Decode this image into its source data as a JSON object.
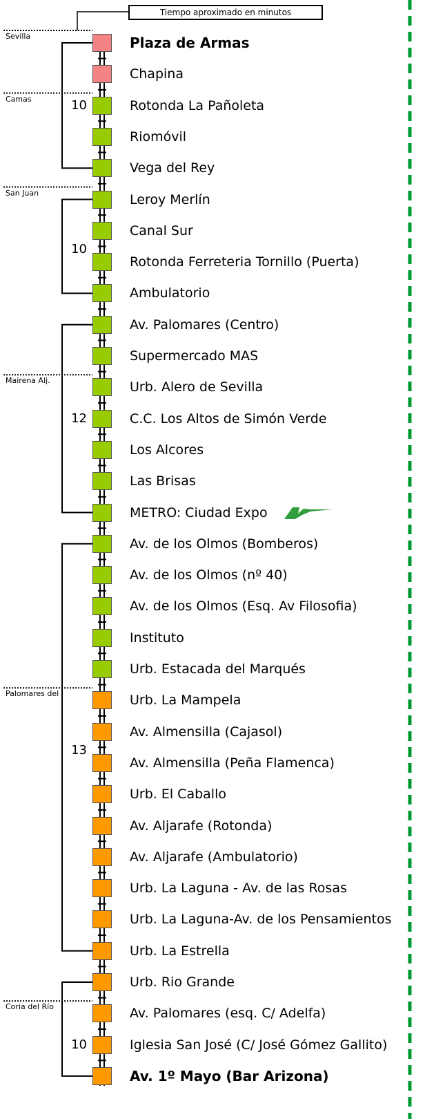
{
  "legend": {
    "label": "Tiempo aproximado en minutos"
  },
  "colors": {
    "pink": "#f48484",
    "green": "#99cc00",
    "orange": "#ff9900",
    "dash": "#009933"
  },
  "segments": [
    {
      "municipality": "Sevilla",
      "time": ""
    },
    {
      "municipality": "Camas",
      "time": "10"
    },
    {
      "municipality": "San Juan",
      "time": "10"
    },
    {
      "municipality": "Mairena Alj.",
      "time": "12"
    },
    {
      "municipality": "Palomares del",
      "time": "13"
    },
    {
      "municipality": "Coria del Río",
      "time": "10"
    }
  ],
  "stops": [
    {
      "name": "Plaza de Armas",
      "color": "pink",
      "bold": true
    },
    {
      "name": "Chapina",
      "color": "pink",
      "bold": false
    },
    {
      "name": "Rotonda La Pañoleta",
      "color": "green",
      "bold": false
    },
    {
      "name": "Riomóvil",
      "color": "green",
      "bold": false
    },
    {
      "name": "Vega del Rey",
      "color": "green",
      "bold": false
    },
    {
      "name": "Leroy Merlín",
      "color": "green",
      "bold": false
    },
    {
      "name": "Canal Sur",
      "color": "green",
      "bold": false
    },
    {
      "name": "Rotonda Ferreteria Tornillo (Puerta)",
      "color": "green",
      "bold": false
    },
    {
      "name": "Ambulatorio",
      "color": "green",
      "bold": false
    },
    {
      "name": "Av. Palomares (Centro)",
      "color": "green",
      "bold": false
    },
    {
      "name": "Supermercado MAS",
      "color": "green",
      "bold": false
    },
    {
      "name": "Urb. Alero de Sevilla",
      "color": "green",
      "bold": false
    },
    {
      "name": "C.C. Los Altos de Simón Verde",
      "color": "green",
      "bold": false
    },
    {
      "name": "Los Alcores",
      "color": "green",
      "bold": false
    },
    {
      "name": "Las Brisas",
      "color": "green",
      "bold": false
    },
    {
      "name": "METRO: Ciudad Expo",
      "color": "green",
      "bold": false
    },
    {
      "name": "Av. de los Olmos (Bomberos)",
      "color": "green",
      "bold": false
    },
    {
      "name": "Av. de los Olmos (nº 40)",
      "color": "green",
      "bold": false
    },
    {
      "name": "Av. de los Olmos (Esq. Av Filosofia)",
      "color": "green",
      "bold": false
    },
    {
      "name": "Instituto",
      "color": "green",
      "bold": false
    },
    {
      "name": "Urb. Estacada del Marqués",
      "color": "green",
      "bold": false
    },
    {
      "name": "Urb. La Mampela",
      "color": "orange",
      "bold": false
    },
    {
      "name": "Av. Almensilla (Cajasol)",
      "color": "orange",
      "bold": false
    },
    {
      "name": "Av. Almensilla (Peña Flamenca)",
      "color": "orange",
      "bold": false
    },
    {
      "name": "Urb. El Caballo",
      "color": "orange",
      "bold": false
    },
    {
      "name": "Av. Aljarafe (Rotonda)",
      "color": "orange",
      "bold": false
    },
    {
      "name": "Av. Aljarafe (Ambulatorio)",
      "color": "orange",
      "bold": false
    },
    {
      "name": "Urb. La Laguna - Av. de las Rosas",
      "color": "orange",
      "bold": false
    },
    {
      "name": "Urb. La Laguna-Av. de los Pensamientos",
      "color": "orange",
      "bold": false
    },
    {
      "name": "Urb. La Estrella",
      "color": "orange",
      "bold": false
    },
    {
      "name": "Urb. Rio Grande",
      "color": "orange",
      "bold": false
    },
    {
      "name": "Av. Palomares (esq. C/ Adelfa)",
      "color": "orange",
      "bold": false
    },
    {
      "name": "Iglesia San José (C/ José Gómez Gallito)",
      "color": "orange",
      "bold": false
    },
    {
      "name": "Av. 1º Mayo (Bar Arizona)",
      "color": "orange",
      "bold": true
    }
  ]
}
